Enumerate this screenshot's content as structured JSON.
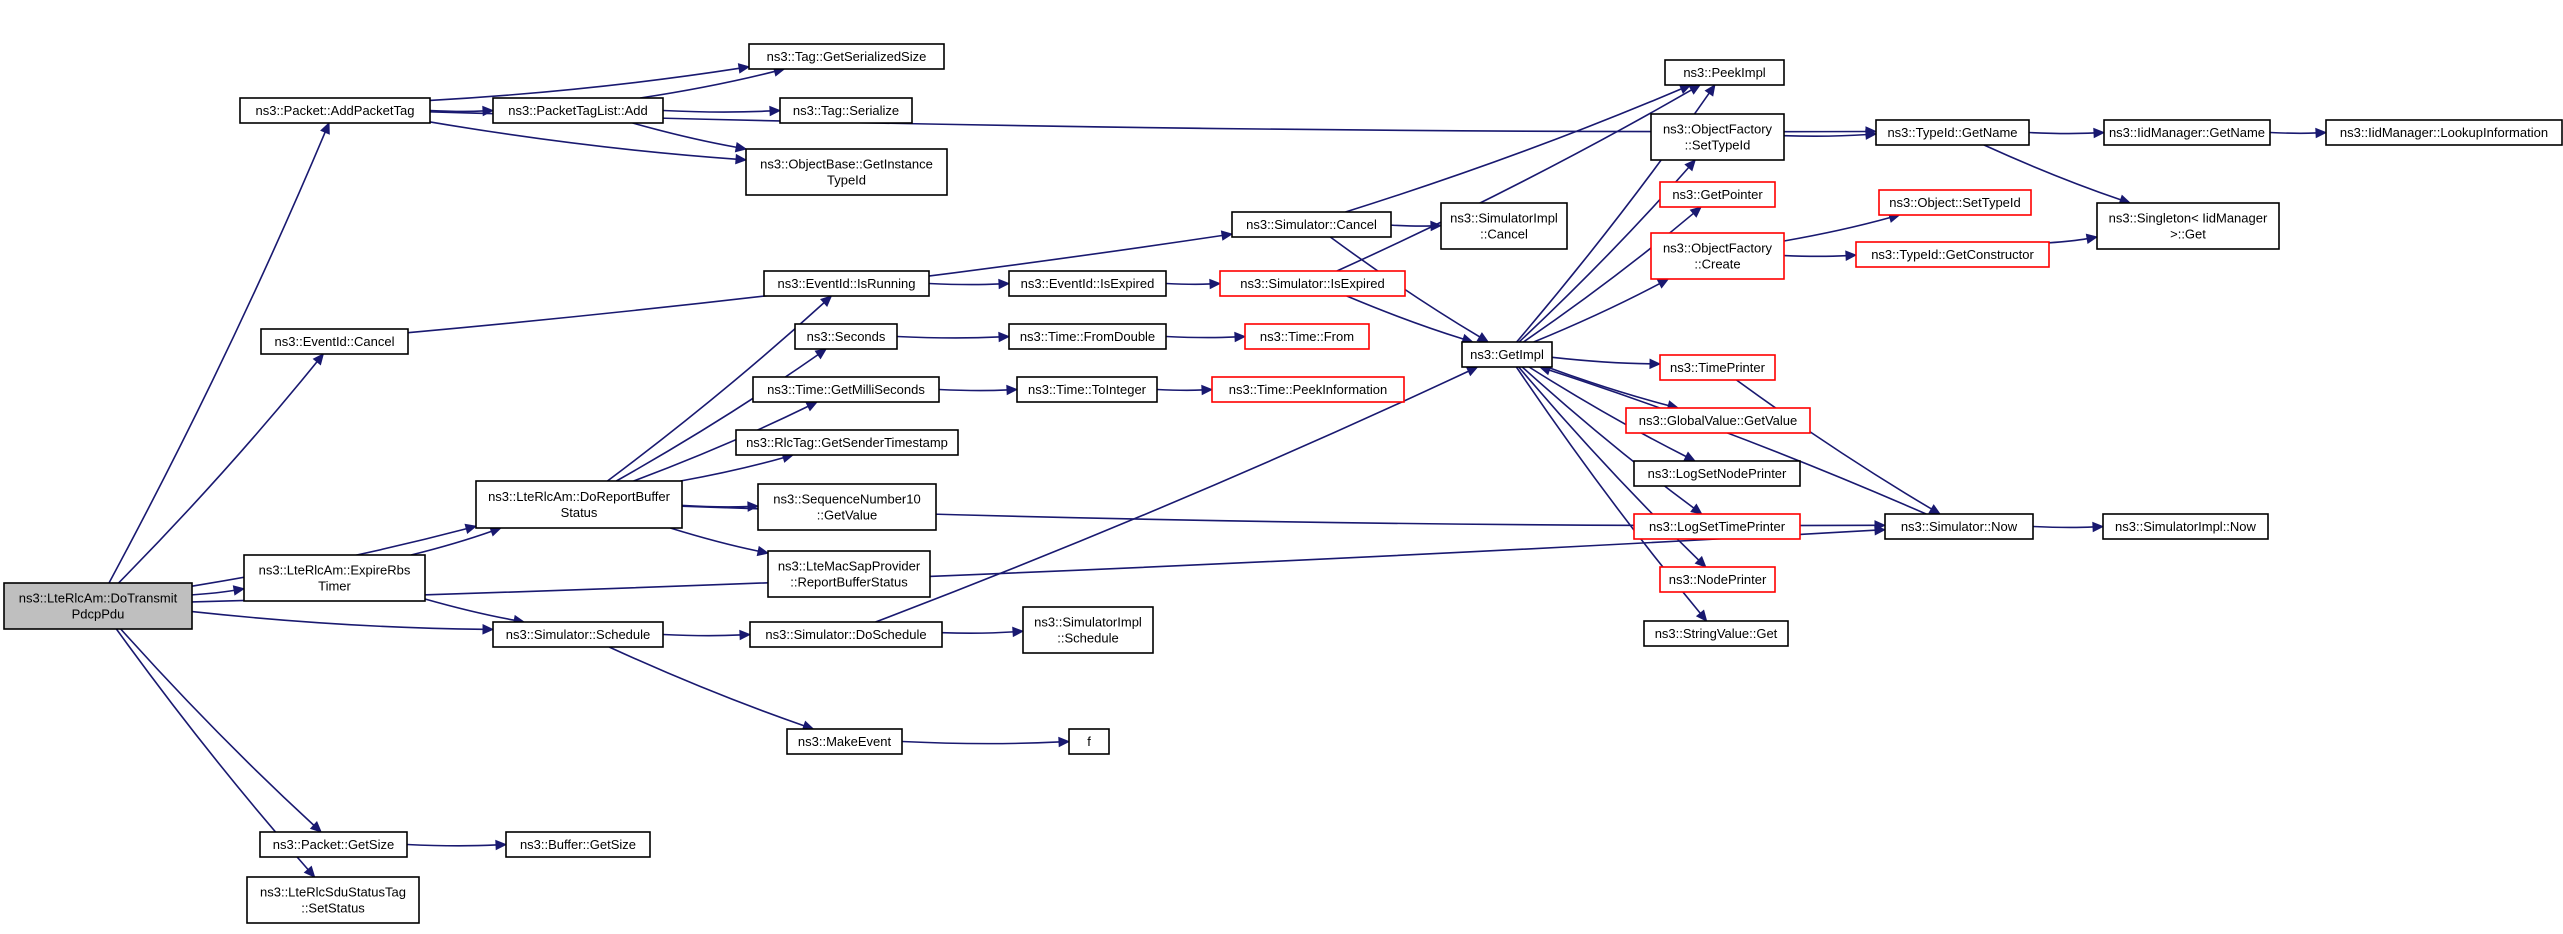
{
  "graph": {
    "root_node": "ns3::LteRlcAm::DoTransmitPdcpPdu",
    "nodes": [
      {
        "id": "root",
        "lines": [
          "ns3::LteRlcAm::DoTransmit",
          "PdcpPdu"
        ],
        "root": true
      },
      {
        "id": "addPacketTag",
        "lines": [
          "ns3::Packet::AddPacketTag"
        ]
      },
      {
        "id": "eventIdCancel",
        "lines": [
          "ns3::EventId::Cancel"
        ]
      },
      {
        "id": "doReportBuffer",
        "lines": [
          "ns3::LteRlcAm::DoReportBuffer",
          "Status"
        ]
      },
      {
        "id": "expireRbs",
        "lines": [
          "ns3::LteRlcAm::ExpireRbs",
          "Timer"
        ]
      },
      {
        "id": "schedule",
        "lines": [
          "ns3::Simulator::Schedule"
        ]
      },
      {
        "id": "packetGetSize",
        "lines": [
          "ns3::Packet::GetSize"
        ]
      },
      {
        "id": "sduStatus",
        "lines": [
          "ns3::LteRlcSduStatusTag",
          "::SetStatus"
        ]
      },
      {
        "id": "tagGetSerialized",
        "lines": [
          "ns3::Tag::GetSerializedSize"
        ]
      },
      {
        "id": "tagListAdd",
        "lines": [
          "ns3::PacketTagList::Add"
        ]
      },
      {
        "id": "tagSerialize",
        "lines": [
          "ns3::Tag::Serialize"
        ]
      },
      {
        "id": "getInstanceTypeId",
        "lines": [
          "ns3::ObjectBase::GetInstance",
          "TypeId"
        ]
      },
      {
        "id": "simCancel",
        "lines": [
          "ns3::Simulator::Cancel"
        ]
      },
      {
        "id": "simImplCancel",
        "lines": [
          "ns3::SimulatorImpl",
          "::Cancel"
        ]
      },
      {
        "id": "isRunning",
        "lines": [
          "ns3::EventId::IsRunning"
        ]
      },
      {
        "id": "isExpired",
        "lines": [
          "ns3::EventId::IsExpired"
        ]
      },
      {
        "id": "simIsExpired",
        "lines": [
          "ns3::Simulator::IsExpired"
        ],
        "red": true
      },
      {
        "id": "seconds",
        "lines": [
          "ns3::Seconds"
        ]
      },
      {
        "id": "fromDouble",
        "lines": [
          "ns3::Time::FromDouble"
        ]
      },
      {
        "id": "timeFrom",
        "lines": [
          "ns3::Time::From"
        ],
        "red": true
      },
      {
        "id": "getMilli",
        "lines": [
          "ns3::Time::GetMilliSeconds"
        ]
      },
      {
        "id": "toInteger",
        "lines": [
          "ns3::Time::ToInteger"
        ]
      },
      {
        "id": "peekInfo",
        "lines": [
          "ns3::Time::PeekInformation"
        ],
        "red": true
      },
      {
        "id": "rlcTag",
        "lines": [
          "ns3::RlcTag::GetSenderTimestamp"
        ]
      },
      {
        "id": "seqNum",
        "lines": [
          "ns3::SequenceNumber10",
          "::GetValue"
        ]
      },
      {
        "id": "macSap",
        "lines": [
          "ns3::LteMacSapProvider",
          "::ReportBufferStatus"
        ]
      },
      {
        "id": "doSchedule",
        "lines": [
          "ns3::Simulator::DoSchedule"
        ]
      },
      {
        "id": "simImplSchedule",
        "lines": [
          "ns3::SimulatorImpl",
          "::Schedule"
        ]
      },
      {
        "id": "makeEvent",
        "lines": [
          "ns3::MakeEvent"
        ]
      },
      {
        "id": "f",
        "lines": [
          "f"
        ]
      },
      {
        "id": "bufferGetSize",
        "lines": [
          "ns3::Buffer::GetSize"
        ]
      },
      {
        "id": "peekImpl",
        "lines": [
          "ns3::PeekImpl"
        ]
      },
      {
        "id": "setTypeId",
        "lines": [
          "ns3::ObjectFactory",
          "::SetTypeId"
        ]
      },
      {
        "id": "getPointer",
        "lines": [
          "ns3::GetPointer"
        ],
        "red": true
      },
      {
        "id": "factoryCreate",
        "lines": [
          "ns3::ObjectFactory",
          "::Create"
        ],
        "red": true
      },
      {
        "id": "getImpl",
        "lines": [
          "ns3::GetImpl"
        ]
      },
      {
        "id": "timePrinter",
        "lines": [
          "ns3::TimePrinter"
        ],
        "red": true
      },
      {
        "id": "globalValue",
        "lines": [
          "ns3::GlobalValue::GetValue"
        ],
        "red": true
      },
      {
        "id": "logNodePrinter",
        "lines": [
          "ns3::LogSetNodePrinter"
        ]
      },
      {
        "id": "logTimePrinter",
        "lines": [
          "ns3::LogSetTimePrinter"
        ],
        "red": true
      },
      {
        "id": "nodePrinter",
        "lines": [
          "ns3::NodePrinter"
        ],
        "red": true
      },
      {
        "id": "stringValue",
        "lines": [
          "ns3::StringValue::Get"
        ]
      },
      {
        "id": "typeIdGetName",
        "lines": [
          "ns3::TypeId::GetName"
        ]
      },
      {
        "id": "objSetTypeId",
        "lines": [
          "ns3::Object::SetTypeId"
        ],
        "red": true
      },
      {
        "id": "getConstructor",
        "lines": [
          "ns3::TypeId::GetConstructor"
        ],
        "red": true
      },
      {
        "id": "simNow",
        "lines": [
          "ns3::Simulator::Now"
        ]
      },
      {
        "id": "iidGetName",
        "lines": [
          "ns3::IidManager::GetName"
        ]
      },
      {
        "id": "singleton",
        "lines": [
          "ns3::Singleton< IidManager",
          "&gt;::Get"
        ]
      },
      {
        "id": "simImplNow",
        "lines": [
          "ns3::SimulatorImpl::Now"
        ]
      },
      {
        "id": "lookupInfo",
        "lines": [
          "ns3::IidManager::LookupInformation"
        ]
      }
    ],
    "edges": [
      [
        "root",
        "addPacketTag"
      ],
      [
        "root",
        "eventIdCancel"
      ],
      [
        "root",
        "doReportBuffer"
      ],
      [
        "root",
        "expireRbs"
      ],
      [
        "root",
        "schedule"
      ],
      [
        "root",
        "simNow"
      ],
      [
        "root",
        "packetGetSize"
      ],
      [
        "root",
        "sduStatus"
      ],
      [
        "addPacketTag",
        "typeIdGetName"
      ],
      [
        "addPacketTag",
        "tagGetSerialized"
      ],
      [
        "addPacketTag",
        "tagListAdd"
      ],
      [
        "addPacketTag",
        "getInstanceTypeId"
      ],
      [
        "tagListAdd",
        "tagGetSerialized"
      ],
      [
        "tagListAdd",
        "tagSerialize"
      ],
      [
        "tagListAdd",
        "getInstanceTypeId"
      ],
      [
        "eventIdCancel",
        "simCancel"
      ],
      [
        "simCancel",
        "peekImpl"
      ],
      [
        "simCancel",
        "simImplCancel"
      ],
      [
        "simCancel",
        "getImpl"
      ],
      [
        "doReportBuffer",
        "isRunning"
      ],
      [
        "doReportBuffer",
        "seconds"
      ],
      [
        "doReportBuffer",
        "getMilli"
      ],
      [
        "doReportBuffer",
        "rlcTag"
      ],
      [
        "doReportBuffer",
        "seqNum"
      ],
      [
        "doReportBuffer",
        "macSap"
      ],
      [
        "doReportBuffer",
        "simNow"
      ],
      [
        "expireRbs",
        "doReportBuffer"
      ],
      [
        "expireRbs",
        "schedule"
      ],
      [
        "schedule",
        "doSchedule"
      ],
      [
        "schedule",
        "makeEvent"
      ],
      [
        "isRunning",
        "isExpired"
      ],
      [
        "isExpired",
        "simIsExpired"
      ],
      [
        "simIsExpired",
        "peekImpl"
      ],
      [
        "simIsExpired",
        "getImpl"
      ],
      [
        "seconds",
        "fromDouble"
      ],
      [
        "fromDouble",
        "timeFrom"
      ],
      [
        "getMilli",
        "toInteger"
      ],
      [
        "toInteger",
        "peekInfo"
      ],
      [
        "doSchedule",
        "getImpl"
      ],
      [
        "doSchedule",
        "simImplSchedule"
      ],
      [
        "makeEvent",
        "f"
      ],
      [
        "packetGetSize",
        "bufferGetSize"
      ],
      [
        "getImpl",
        "peekImpl"
      ],
      [
        "getImpl",
        "setTypeId"
      ],
      [
        "getImpl",
        "getPointer"
      ],
      [
        "getImpl",
        "factoryCreate"
      ],
      [
        "getImpl",
        "timePrinter"
      ],
      [
        "getImpl",
        "globalValue"
      ],
      [
        "getImpl",
        "logNodePrinter"
      ],
      [
        "getImpl",
        "logTimePrinter"
      ],
      [
        "getImpl",
        "nodePrinter"
      ],
      [
        "getImpl",
        "stringValue"
      ],
      [
        "setTypeId",
        "typeIdGetName"
      ],
      [
        "factoryCreate",
        "objSetTypeId"
      ],
      [
        "factoryCreate",
        "getConstructor"
      ],
      [
        "getConstructor",
        "singleton"
      ],
      [
        "typeIdGetName",
        "iidGetName"
      ],
      [
        "typeIdGetName",
        "singleton"
      ],
      [
        "iidGetName",
        "lookupInfo"
      ],
      [
        "timePrinter",
        "simNow"
      ],
      [
        "simNow",
        "getImpl"
      ],
      [
        "simNow",
        "simImplNow"
      ]
    ]
  },
  "colors": {
    "edge": "#191970",
    "node_border": "#000000",
    "red_border": "#ff0000",
    "root_fill": "#bfbfbf",
    "background": "#ffffff"
  }
}
